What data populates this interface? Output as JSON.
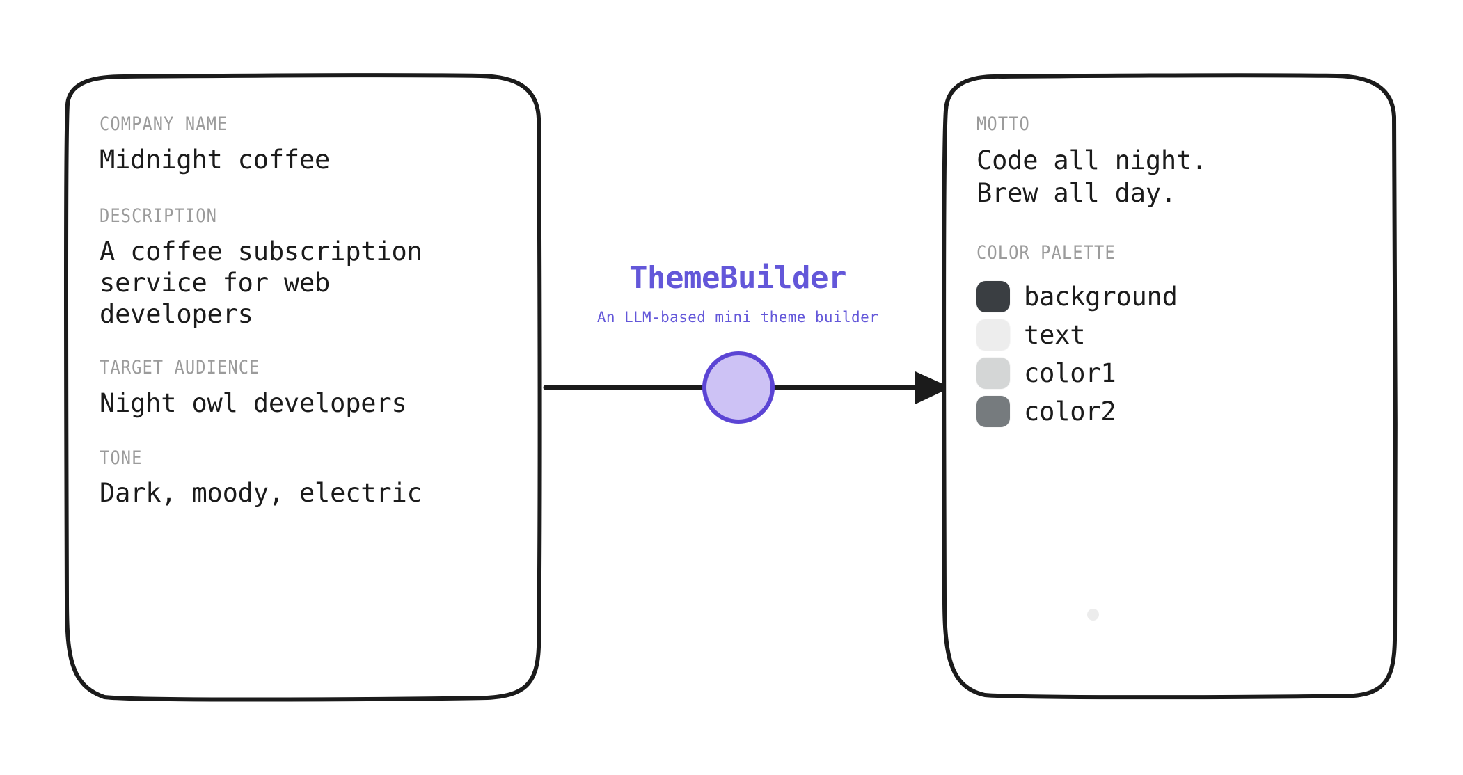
{
  "brand": {
    "title": "ThemeBuilder",
    "subtitle": "An LLM-based mini theme builder",
    "accent_color": "#6357d9",
    "node_fill": "#cdc2f5",
    "node_stroke": "#5b44d4"
  },
  "input_card": {
    "fields": [
      {
        "label": "COMPANY NAME",
        "value": "Midnight coffee"
      },
      {
        "label": "DESCRIPTION",
        "value": "A coffee subscription\nservice for web\ndevelopers"
      },
      {
        "label": "TARGET AUDIENCE",
        "value": "Night owl developers"
      },
      {
        "label": "TONE",
        "value": "Dark, moody, electric"
      }
    ]
  },
  "output_card": {
    "motto_label": "MOTTO",
    "motto_value": "Code all night.\nBrew all day.",
    "palette_label": "COLOR PALETTE",
    "palette": [
      {
        "name": "background",
        "color": "#3a3e42"
      },
      {
        "name": "text",
        "color": "#ededed"
      },
      {
        "name": "color1",
        "color": "#d4d6d6"
      },
      {
        "name": "color2",
        "color": "#767b7e"
      }
    ]
  },
  "connector": {
    "stroke_color": "#1b1b1b",
    "direction": "input-to-output"
  }
}
